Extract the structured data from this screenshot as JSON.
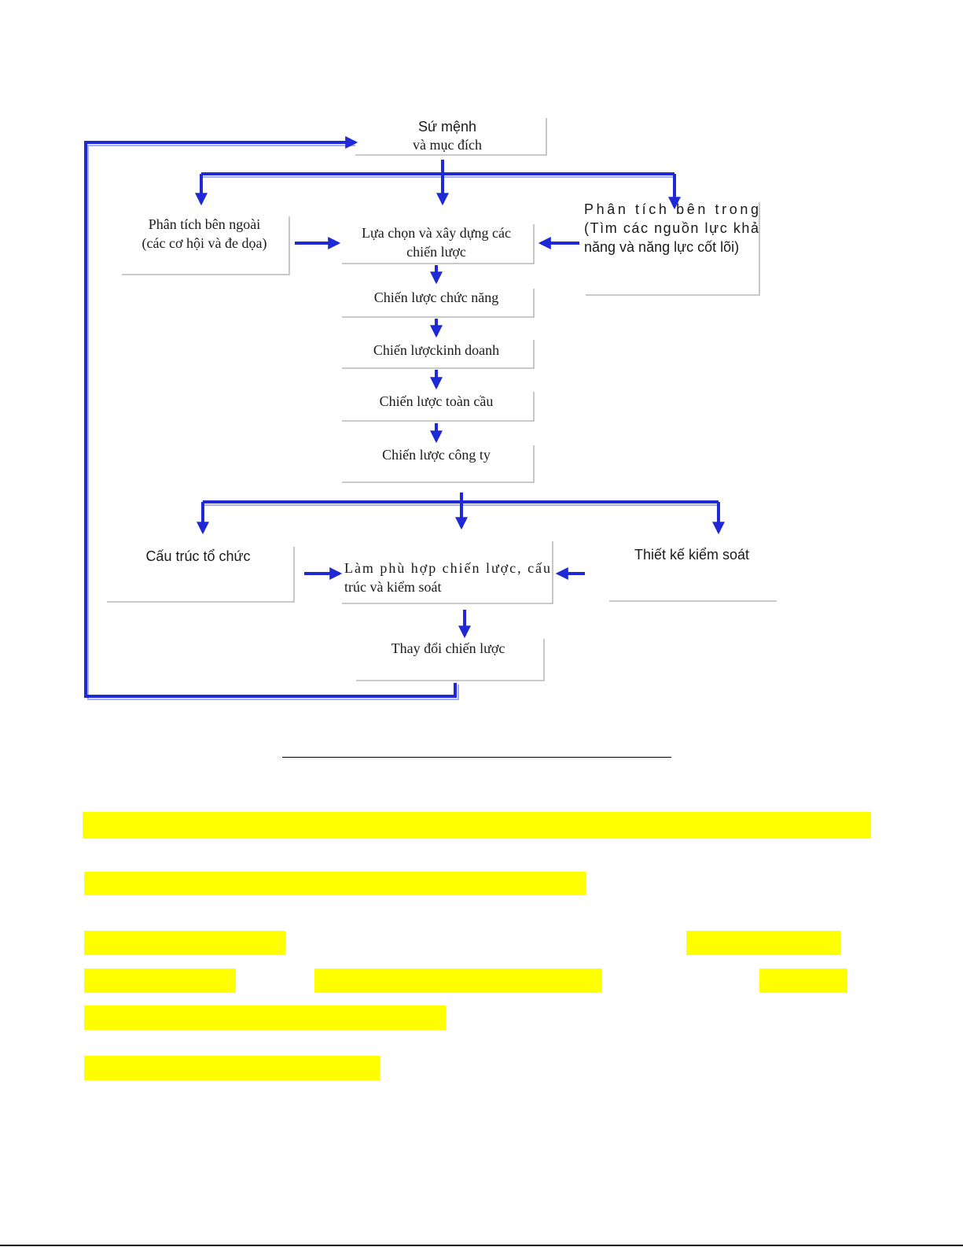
{
  "diagram": {
    "nodes": {
      "mission": {
        "line1": "Sứ mệnh",
        "line2": "và mục đích"
      },
      "external": {
        "line1": "Phân tích bên ngoài",
        "line2": "(các cơ hội và đe dọa)"
      },
      "choose": {
        "line1": "Lựa chọn và xây dựng các",
        "line2": "chiến lược"
      },
      "internal": {
        "line1": "Phân    tích    bên    trong",
        "line2": "(Tìm  các  nguồn  lực  khả",
        "line3": "năng và năng lực cốt lõi)"
      },
      "functional": {
        "label": "Chiến lược chức năng"
      },
      "business": {
        "label": "Chiến lượckinh  doanh"
      },
      "global": {
        "label": "Chiến lược toàn cầu"
      },
      "corporate": {
        "label": "Chiến lược công ty"
      },
      "org_structure": {
        "label": "Cấu trúc tổ chức"
      },
      "fit": {
        "line1": "Làm  phù  hợp  chiến  lược,  cấu",
        "line2": "trúc và kiểm  soát"
      },
      "control": {
        "label": "Thiết kế kiểm soát"
      },
      "change": {
        "label": "Thay đổi chiến lược"
      }
    },
    "colors": {
      "arrow": "#1f2ad6",
      "box_edge": "#b9b9b9",
      "highlight": "#ffff00"
    }
  }
}
